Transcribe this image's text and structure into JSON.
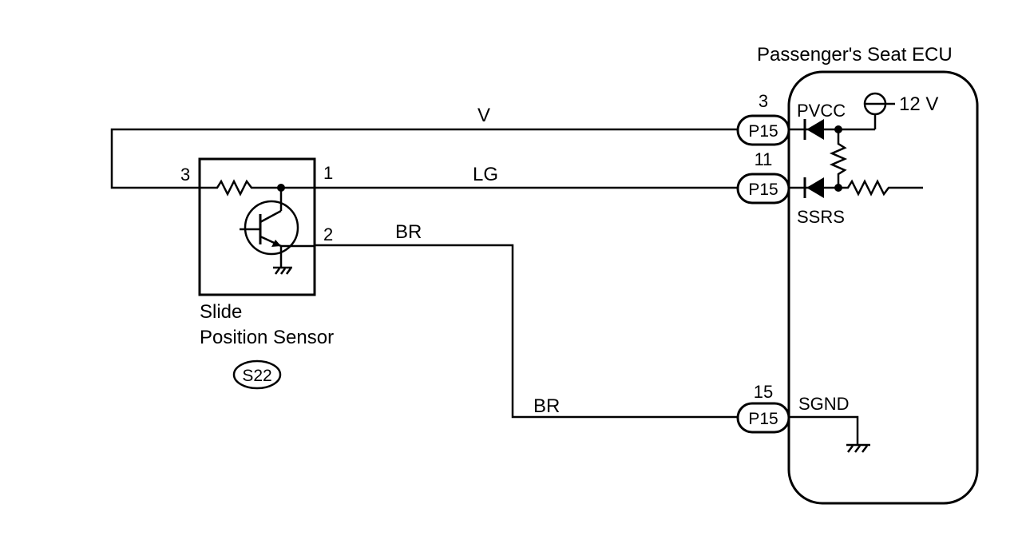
{
  "ecu": {
    "title": "Passenger's Seat ECU",
    "supply": "12 V",
    "terminals": {
      "pvcc": "PVCC",
      "ssrs": "SSRS",
      "sgnd": "SGND"
    }
  },
  "sensor": {
    "name_line1": "Slide",
    "name_line2": "Position Sensor",
    "code": "S22",
    "pins": {
      "p1": "1",
      "p2": "2",
      "p3": "3"
    }
  },
  "connectors": [
    {
      "pin": "3",
      "label": "P15"
    },
    {
      "pin": "11",
      "label": "P15"
    },
    {
      "pin": "15",
      "label": "P15"
    }
  ],
  "wires": {
    "v": "V",
    "lg": "LG",
    "br_upper": "BR",
    "br_lower": "BR"
  }
}
